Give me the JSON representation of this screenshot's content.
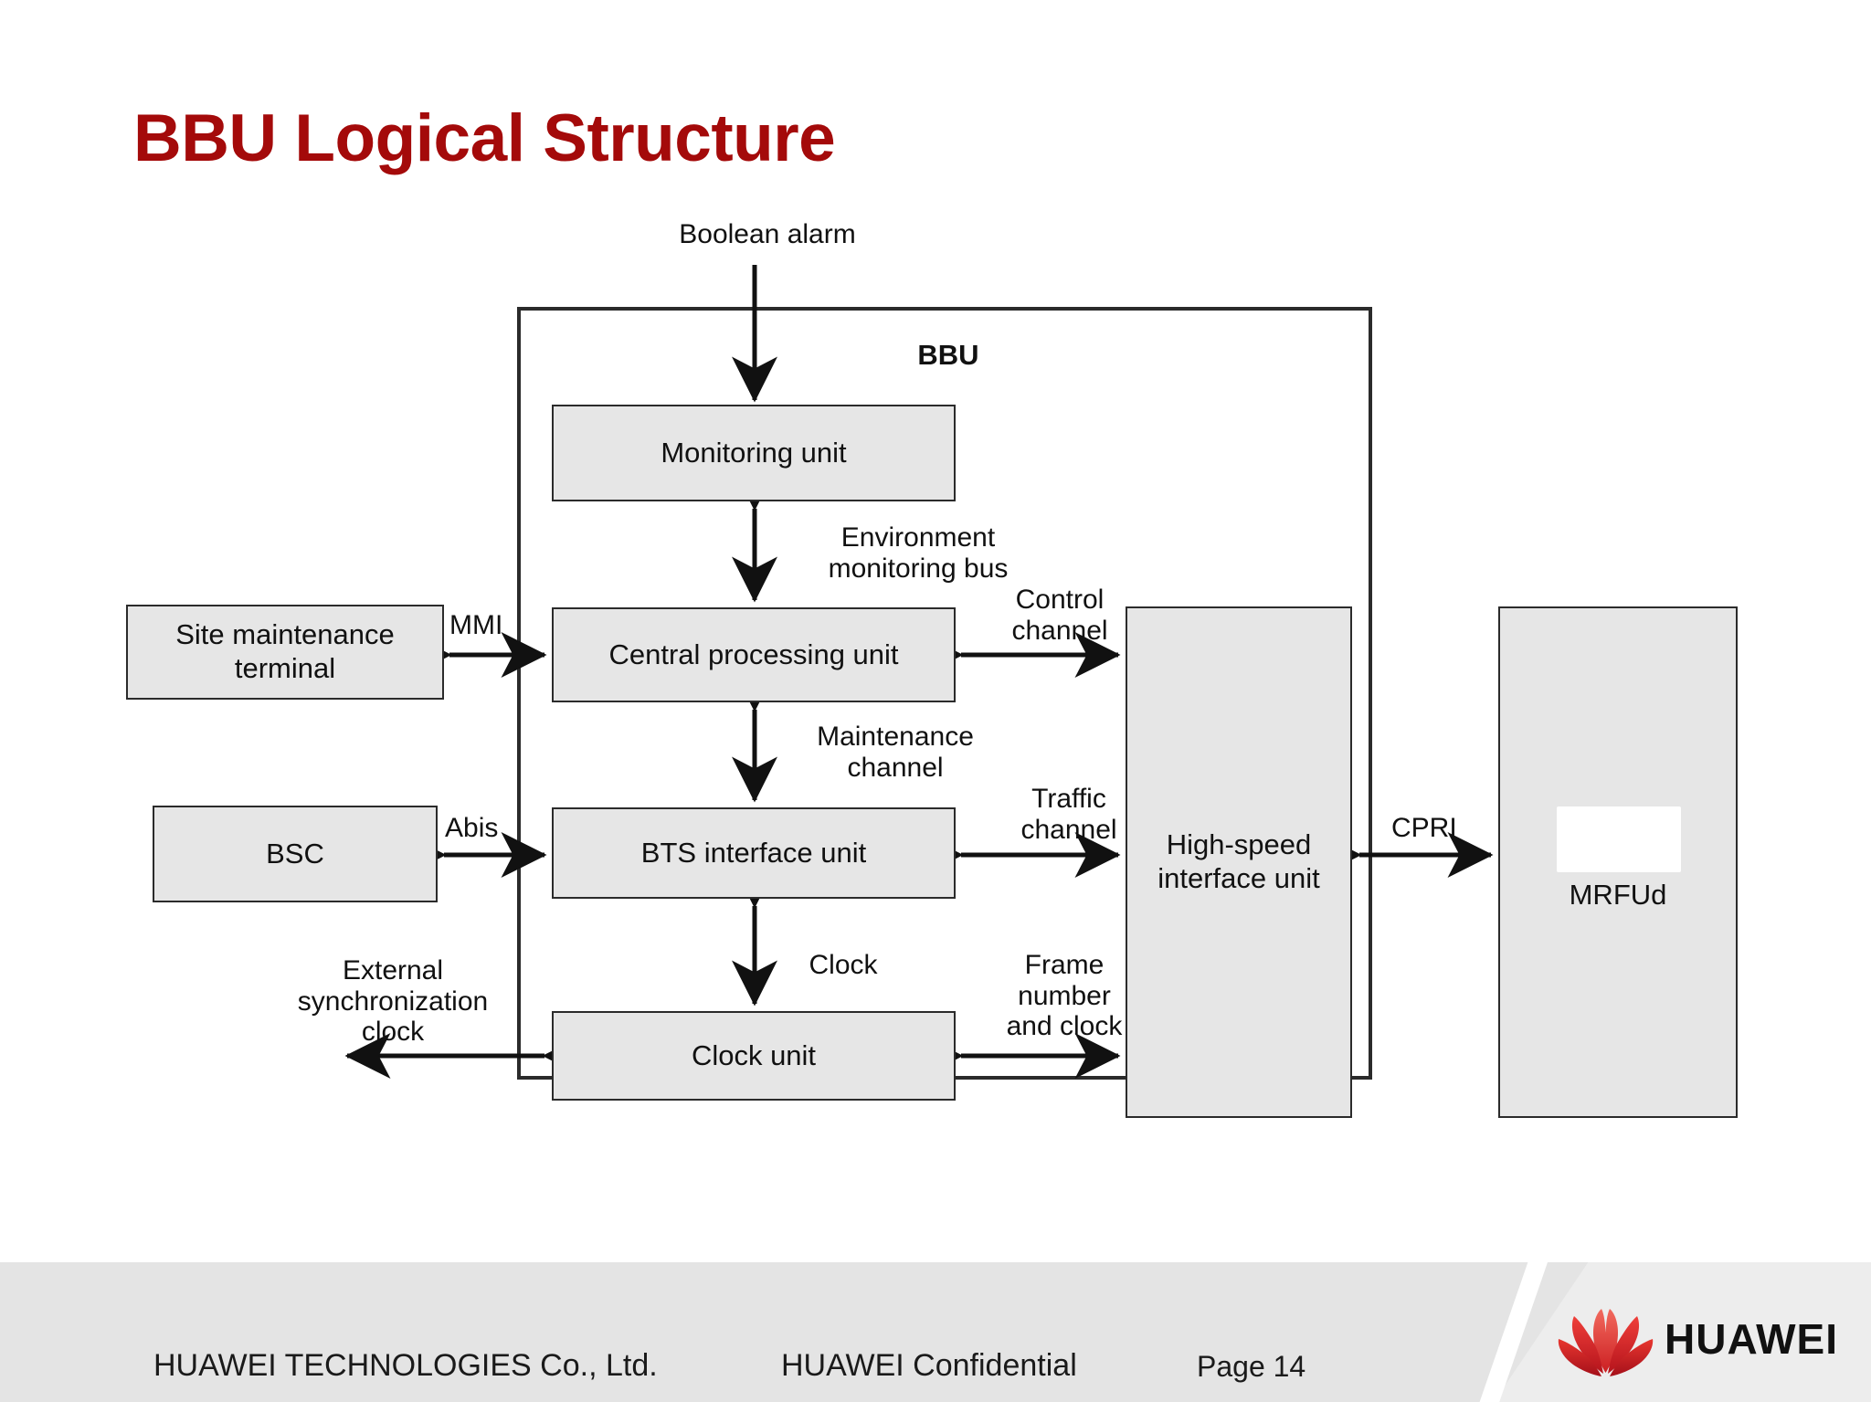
{
  "slide": {
    "title": "BBU Logical Structure",
    "title_color": "#a40a0a",
    "background": "#ffffff"
  },
  "diagram": {
    "type": "block-diagram",
    "container_label": "BBU",
    "node_fill": "#e6e6e6",
    "node_border": "#2b2b2b",
    "nodes": [
      {
        "id": "monitoring",
        "label": "Monitoring unit",
        "inside_bbu": true
      },
      {
        "id": "central",
        "label": "Central processing unit",
        "inside_bbu": true
      },
      {
        "id": "bts",
        "label": "BTS interface unit",
        "inside_bbu": true
      },
      {
        "id": "clock",
        "label": "Clock unit",
        "inside_bbu": true
      },
      {
        "id": "hsiu",
        "label": "High-speed\ninterface unit",
        "inside_bbu": true
      },
      {
        "id": "site",
        "label": "Site maintenance\nterminal",
        "inside_bbu": false
      },
      {
        "id": "bsc",
        "label": "BSC",
        "inside_bbu": false
      },
      {
        "id": "mrfu",
        "label": "MRFUd",
        "inside_bbu": false
      }
    ],
    "connections": [
      {
        "id": "boolean-alarm",
        "label": "Boolean alarm",
        "from": "external",
        "to": "monitoring",
        "arrow": "single-down"
      },
      {
        "id": "env-bus",
        "label": "Environment\nmonitoring bus",
        "from": "monitoring",
        "to": "central",
        "arrow": "double-vertical"
      },
      {
        "id": "mmi",
        "label": "MMI",
        "from": "site",
        "to": "central",
        "arrow": "double-horizontal"
      },
      {
        "id": "control",
        "label": "Control\nchannel",
        "from": "central",
        "to": "hsiu",
        "arrow": "double-horizontal"
      },
      {
        "id": "maintenance",
        "label": "Maintenance\nchannel",
        "from": "central",
        "to": "bts",
        "arrow": "double-vertical"
      },
      {
        "id": "abis",
        "label": "Abis",
        "from": "bsc",
        "to": "bts",
        "arrow": "double-horizontal"
      },
      {
        "id": "traffic",
        "label": "Traffic\nchannel",
        "from": "bts",
        "to": "hsiu",
        "arrow": "double-horizontal"
      },
      {
        "id": "clock-link",
        "label": "Clock",
        "from": "bts",
        "to": "clock",
        "arrow": "double-vertical"
      },
      {
        "id": "frame",
        "label": "Frame\nnumber\nand clock",
        "from": "clock",
        "to": "hsiu",
        "arrow": "double-horizontal"
      },
      {
        "id": "ext-sync",
        "label": "External\nsynchronization\nclock",
        "from": "external",
        "to": "clock",
        "arrow": "double-horizontal"
      },
      {
        "id": "cpri",
        "label": "CPRI",
        "from": "hsiu",
        "to": "mrfu",
        "arrow": "double-horizontal"
      }
    ]
  },
  "footer": {
    "company": "HUAWEI TECHNOLOGIES Co., Ltd.",
    "confidential": "HUAWEI Confidential",
    "page": "Page 14",
    "brand": "HUAWEI",
    "brand_color": "#e2231a",
    "background": "#e4e4e4"
  }
}
